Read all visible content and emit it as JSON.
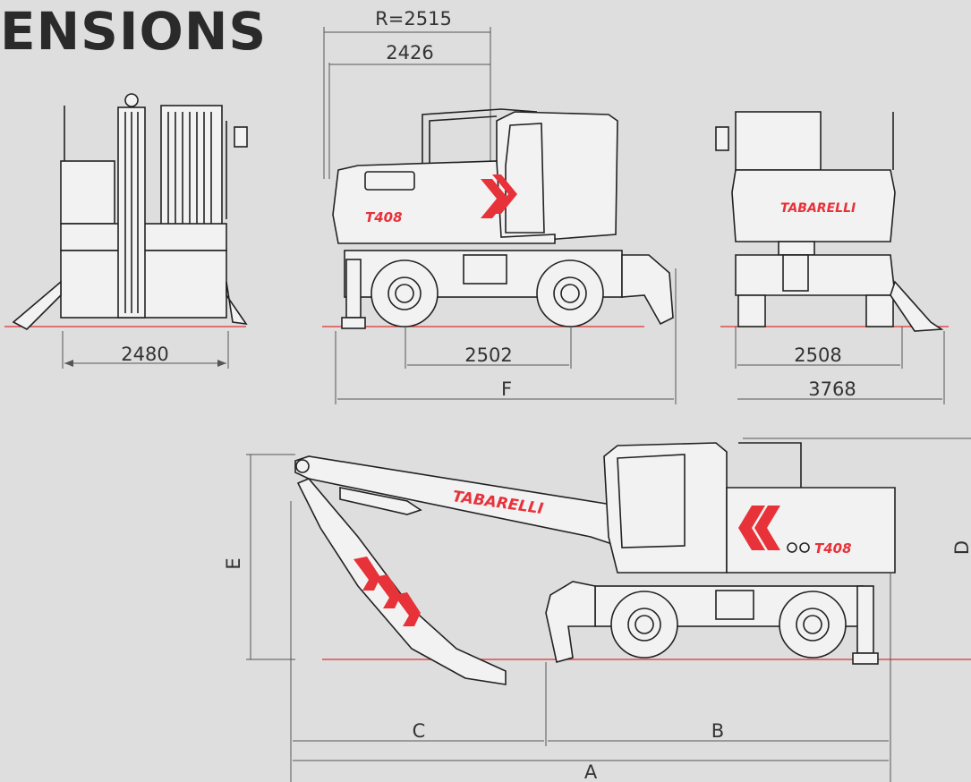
{
  "heading": "ENSIONS",
  "views": {
    "front": {
      "width": "2480"
    },
    "side": {
      "tail_radius": "R=2515",
      "tail_length": "2426",
      "wheelbase": "2502",
      "overall": "F"
    },
    "rear": {
      "track": "2508",
      "outrigger_width": "3768",
      "brand": "TABARELLI"
    },
    "working": {
      "height": "E",
      "right_label": "D",
      "front_reach": "C",
      "rear_length": "B",
      "total": "A",
      "brand": "TABARELLI",
      "model": "T408"
    }
  },
  "model_badge": "T408",
  "colors": {
    "accent": "#e8323a",
    "line": "#222222",
    "background": "#dedede"
  }
}
